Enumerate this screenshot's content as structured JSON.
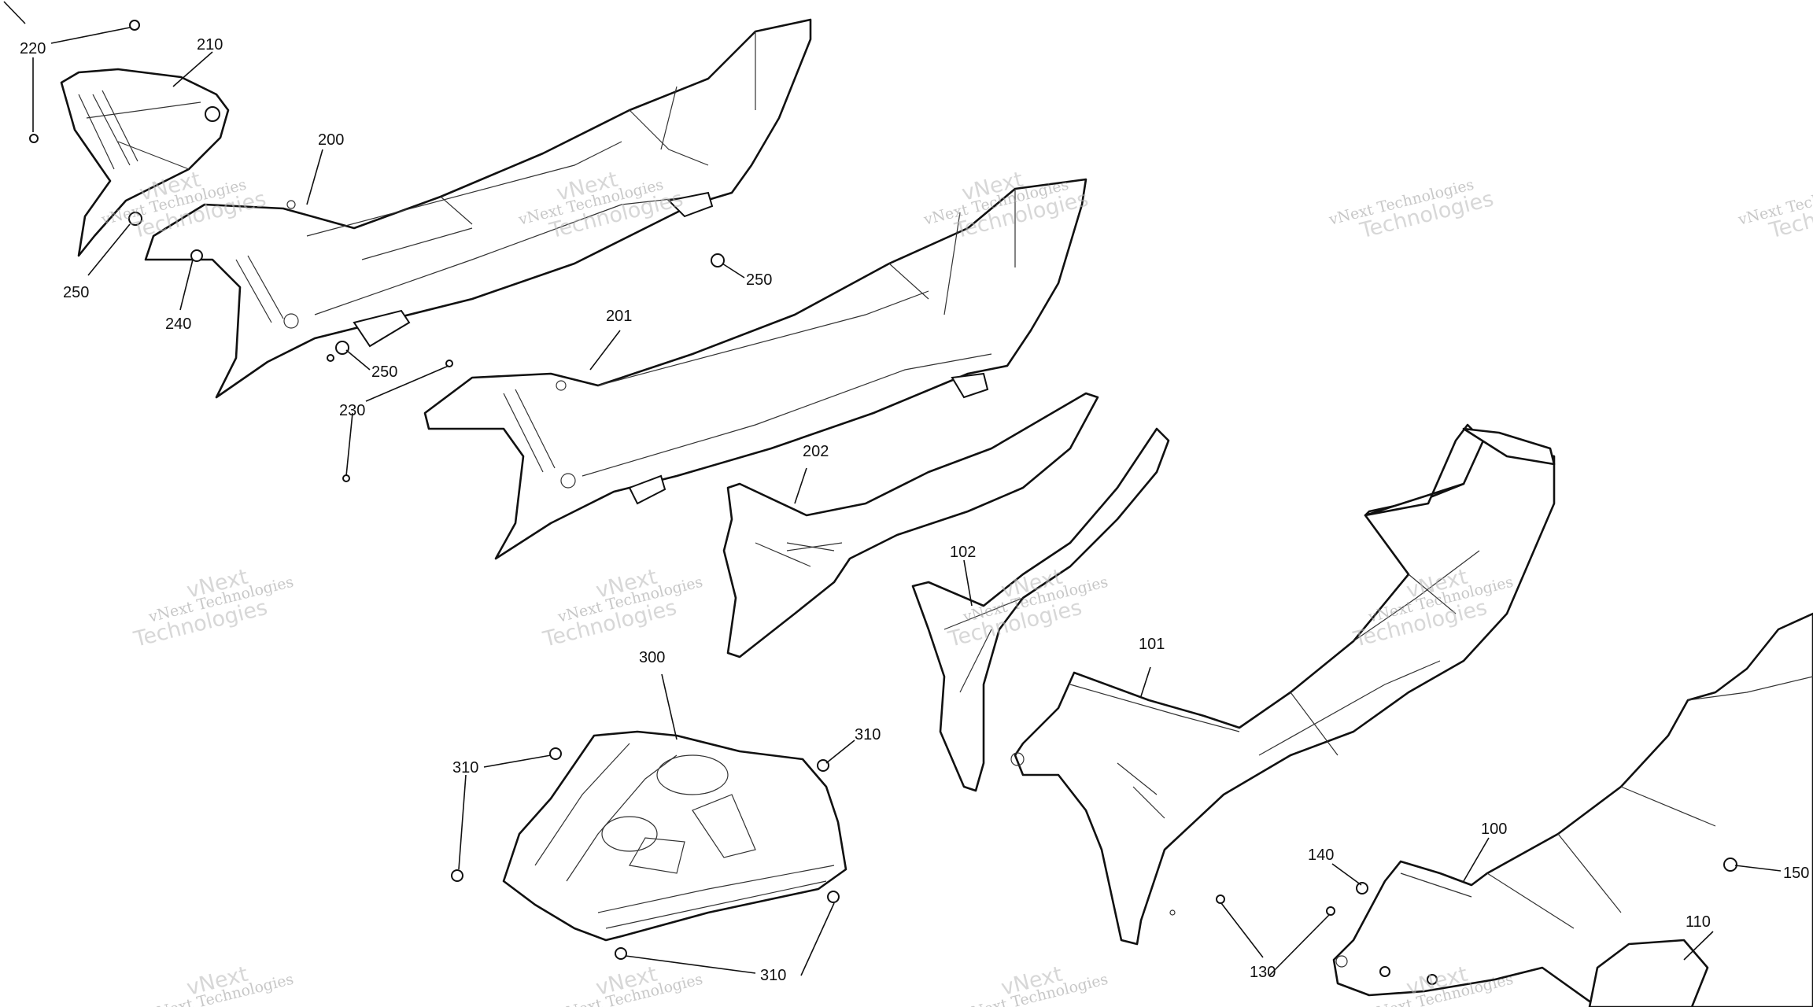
{
  "diagram": {
    "callouts": {
      "c220": "220",
      "c210": "210",
      "c200": "200",
      "c250a": "250",
      "c250b": "250",
      "c250c": "250",
      "c240": "240",
      "c230": "230",
      "c201": "201",
      "c202": "202",
      "c102": "102",
      "c101": "101",
      "c300": "300",
      "c310a": "310",
      "c310b": "310",
      "c310c": "310",
      "c100": "100",
      "c140": "140",
      "c150": "150",
      "c110": "110",
      "c130": "130"
    },
    "watermark": {
      "line1": "vNext Technologies",
      "line2": "vNext",
      "line3": "Technologies"
    }
  }
}
